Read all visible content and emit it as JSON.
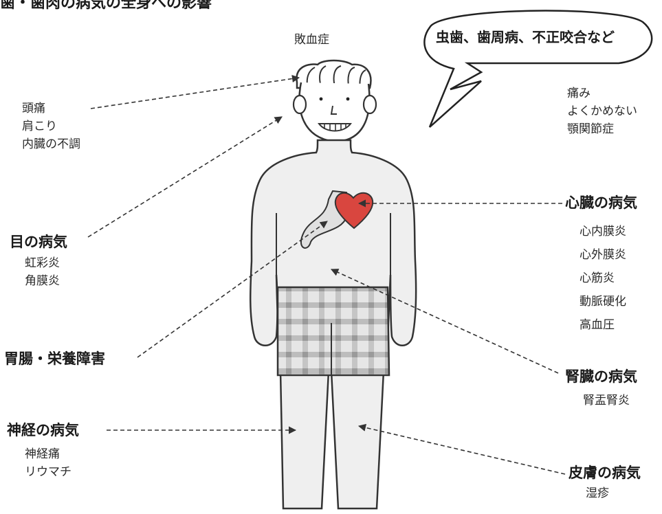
{
  "top_fragment": "歯・歯肉の病気の全身への影響",
  "speech_bubble": "虫歯、歯周病、不正咬合など",
  "sepsis": "敗血症",
  "head_effects": [
    "頭痛",
    "肩こり",
    "内臓の不調"
  ],
  "mouth_effects": [
    "痛み",
    "よくかめない",
    "顎関節症"
  ],
  "eye": {
    "title": "目の病気",
    "items": [
      "虹彩炎",
      "角膜炎"
    ]
  },
  "gi": {
    "title": "胃腸・栄養障害"
  },
  "nerve": {
    "title": "神経の病気",
    "items": [
      "神経痛",
      "リウマチ"
    ]
  },
  "heart": {
    "title": "心臓の病気",
    "items": [
      "心内膜炎",
      "心外膜炎",
      "心筋炎",
      "動脈硬化",
      "高血圧"
    ]
  },
  "kidney": {
    "title": "腎臓の病気",
    "items": [
      "腎盂腎炎"
    ]
  },
  "skin": {
    "title": "皮膚の病気",
    "items": [
      "湿疹"
    ]
  },
  "colors": {
    "heart": "#d9463f",
    "body_fill": "#efefef",
    "shorts": "#c9c9c9",
    "line": "#333333"
  }
}
